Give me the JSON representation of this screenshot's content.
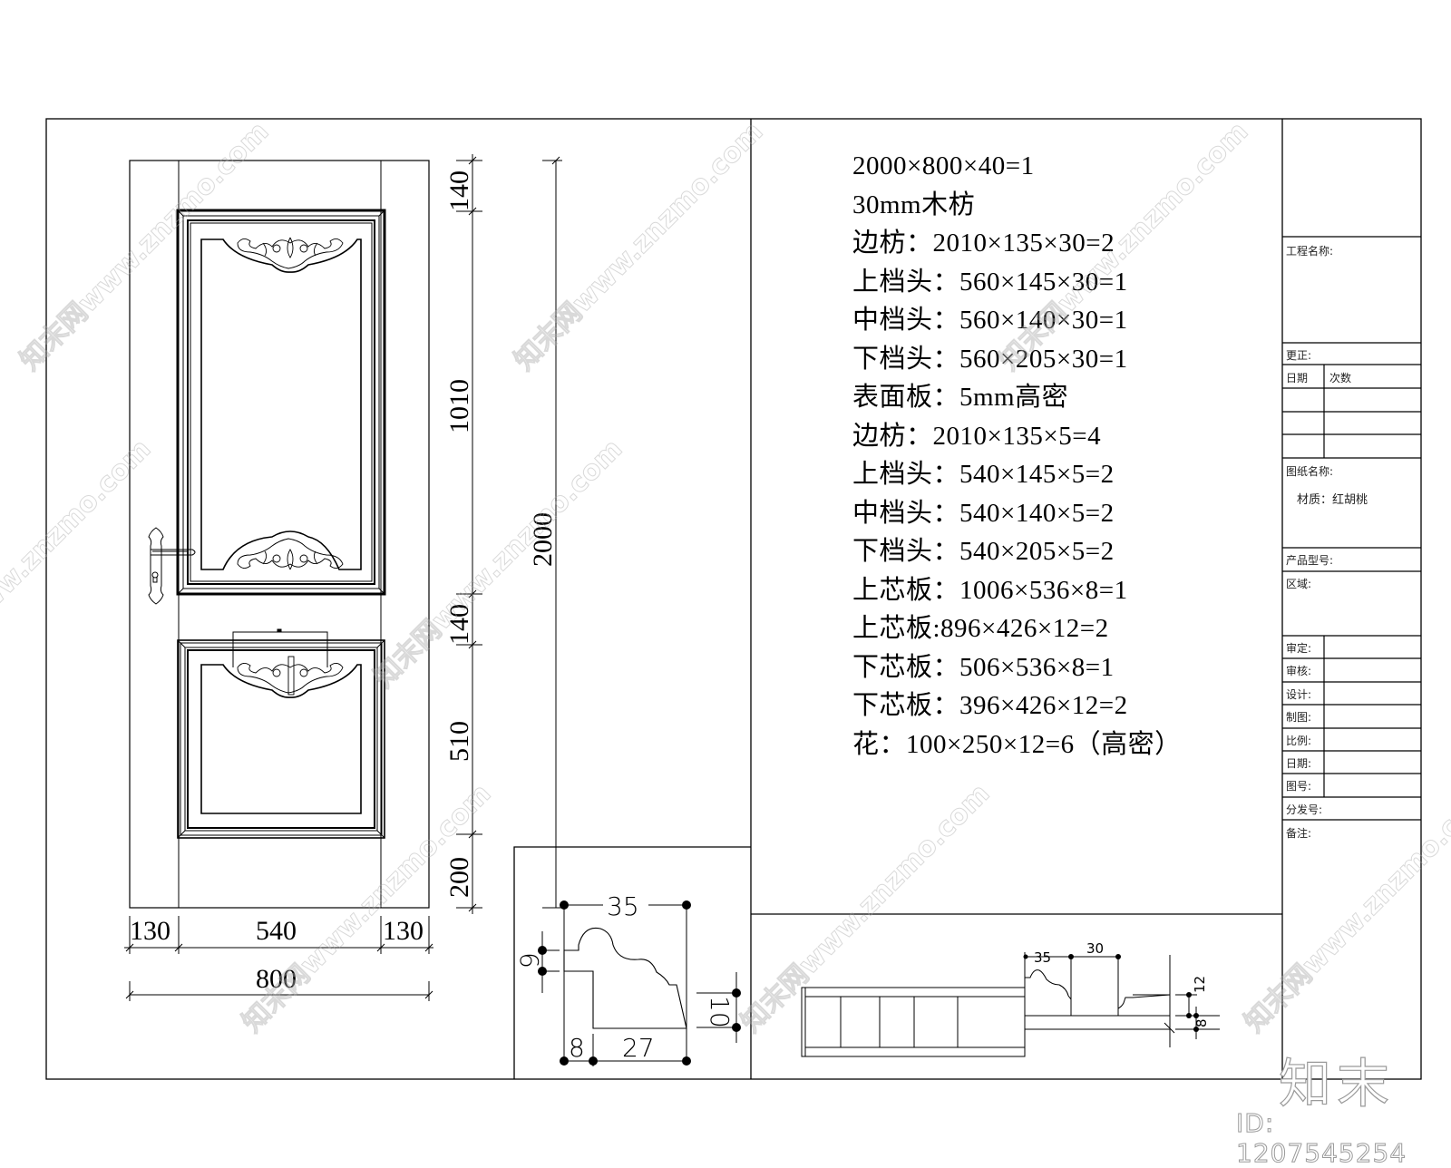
{
  "drawing": {
    "type": "door elevation CAD drawing",
    "line_color": "#000000",
    "background": "#ffffff"
  },
  "door_elevation": {
    "horizontal_dims": {
      "left_stile": "130",
      "panel_width": "540",
      "right_stile": "130",
      "total_width": "800"
    },
    "vertical_dims": {
      "top_rail": "140",
      "upper_panel": "1010",
      "mid_rail": "140",
      "lower_panel": "510",
      "bottom_rail": "200",
      "total_height": "2000"
    }
  },
  "molding_profile": {
    "dims": {
      "top_width": "35",
      "step_height": "6",
      "bottom_offset": "8",
      "bottom_width": "27",
      "right_height": "10"
    }
  },
  "section_detail": {
    "dims": {
      "molding_width": "35",
      "frame_width": "30",
      "panel_thickness_top": "12",
      "panel_thickness_bottom": "8"
    }
  },
  "spec_list": [
    "2000×800×40=1",
    "30mm木枋",
    "边枋：2010×135×30=2",
    "上档头：560×145×30=1",
    "中档头：560×140×30=1",
    "下档头：560×205×30=1",
    "表面板：5mm高密",
    "边枋：2010×135×5=4",
    "上档头：540×145×5=2",
    "中档头：540×140×5=2",
    "下档头：540×205×5=2",
    "上芯板：1006×536×8=1",
    "上芯板:896×426×12=2",
    "下芯板：506×536×8=1",
    "下芯板：396×426×12=2",
    "花：100×250×12=6（高密）"
  ],
  "title_block": {
    "project_name_label": "工程名称:",
    "revision_label": "更正:",
    "date_col_label": "日期",
    "count_col_label": "次数",
    "drawing_name_label": "图纸名称:",
    "material": "材质：红胡桃",
    "product_model_label": "产品型号:",
    "area_label": "区域:",
    "approve_label": "审定:",
    "review_label": "审核:",
    "design_label": "设计:",
    "draw_label": "制图:",
    "scale_label": "比例:",
    "date_label": "日期:",
    "drawing_no_label": "图号:",
    "dist_no_label": "分发号:",
    "notes_label": "备注:"
  },
  "watermark": {
    "logo": "知末",
    "id": "ID: 1207545254",
    "site": "知末网www.znzmo.com"
  }
}
